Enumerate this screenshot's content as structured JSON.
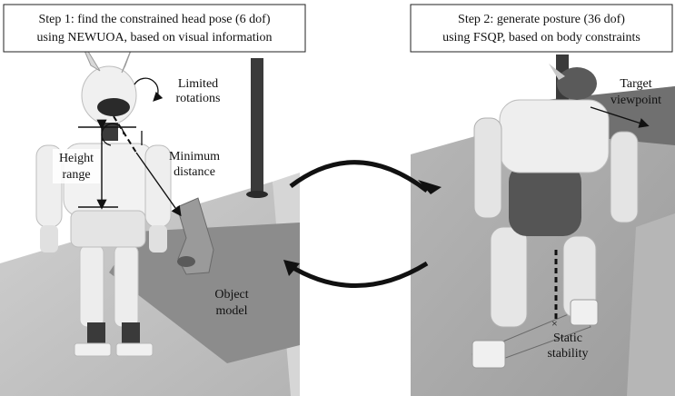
{
  "left_panel": {
    "step_title_line1": "Step 1: find the constrained head pose (6 dof)",
    "step_title_line2": "using NEWUOA, based on visual information",
    "labels": {
      "limited_line1": "Limited",
      "limited_line2": "rotations",
      "height_line1": "Height",
      "height_line2": "range",
      "minimum_line1": "Minimum",
      "minimum_line2": "distance",
      "object_line1": "Object",
      "object_line2": "model"
    }
  },
  "right_panel": {
    "step_title_line1": "Step 2: generate  posture (36 dof)",
    "step_title_line2": "using FSQP, based on body constraints",
    "labels": {
      "target_line1": "Target",
      "target_line2": "viewpoint",
      "static_line1": "Static",
      "static_line2": "stability"
    }
  },
  "colors": {
    "floor": "#c8c8c8",
    "floor_dark": "#a8a8a8",
    "pole": "#3a3a3a",
    "robot_light": "#e8e8e8",
    "robot_dark": "#4a4a4a"
  }
}
